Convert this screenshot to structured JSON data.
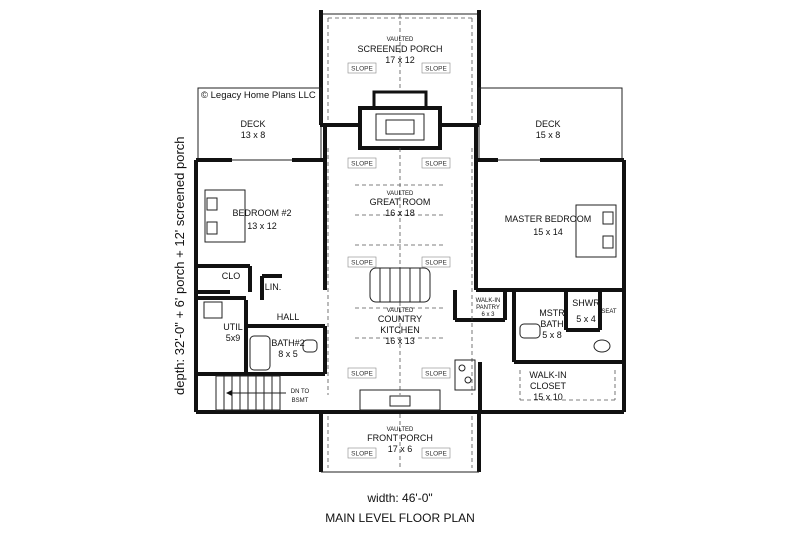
{
  "copyright": "© Legacy Home Plans LLC",
  "rooms": {
    "screened_porch": {
      "tag": "VAULTED",
      "name": "SCREENED PORCH",
      "size": "17 x 12"
    },
    "deck_left": {
      "name": "DECK",
      "size": "13 x 8"
    },
    "deck_right": {
      "name": "DECK",
      "size": "15 x 8"
    },
    "great_room": {
      "tag": "VAULTED",
      "name": "GREAT ROOM",
      "size": "16 x 18"
    },
    "bedroom2": {
      "name": "BEDROOM #2",
      "size": "13 x 12"
    },
    "master_bedroom": {
      "name": "MASTER BEDROOM",
      "size": "15 x 14"
    },
    "clo": {
      "name": "CLO"
    },
    "lin": {
      "name": "LIN."
    },
    "hall": {
      "name": "HALL"
    },
    "util": {
      "name": "UTIL",
      "size": "5x9"
    },
    "bath2": {
      "name": "BATH#2",
      "size": "8 x 5"
    },
    "country_kitchen": {
      "tag": "VAULTED",
      "name": "COUNTRY",
      "name2": "KITCHEN",
      "size": "16 x 13"
    },
    "walkin_pantry": {
      "name": "WALK-IN",
      "name2": "PANTRY",
      "size": "6 x 3"
    },
    "mstr_bath": {
      "name": "MSTR",
      "name2": "BATH",
      "size": "5 x 8"
    },
    "shwr": {
      "name": "SHWR",
      "size": "5 x 4"
    },
    "seat": {
      "name": "SEAT"
    },
    "walkin_closet": {
      "name": "WALK-IN",
      "name2": "CLOSET",
      "size": "15 x 10"
    },
    "dn_to_bsmt": {
      "name": "DN TO",
      "name2": "BSMT"
    },
    "front_porch": {
      "tag": "VAULTED",
      "name": "FRONT PORCH",
      "size": "17 x 6"
    }
  },
  "slope_label": "SLOPE",
  "depth_label": "depth: 32'-0\" + 6' porch + 12' screened porch",
  "width_label": "width: 46'-0\"",
  "plan_title": "MAIN LEVEL FLOOR PLAN"
}
